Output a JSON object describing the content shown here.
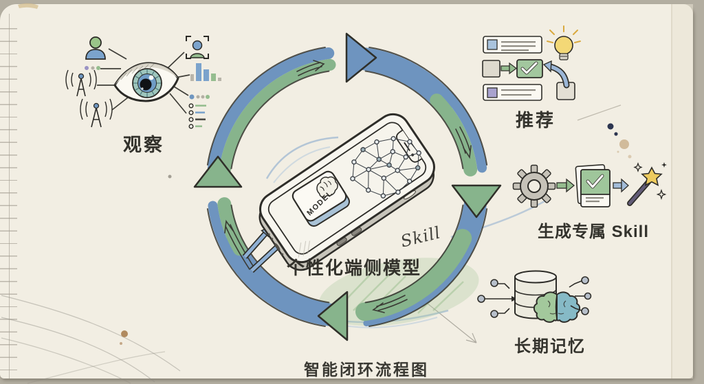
{
  "title": {
    "caption": "智能闭环流程图"
  },
  "sections": {
    "observe": {
      "label": "观察"
    },
    "recommend": {
      "label": "推荐"
    },
    "generate_skill": {
      "label": "生成专属 Skill"
    },
    "long_term_memory": {
      "label": "长期记忆"
    },
    "device_model": {
      "label": "个性化端侧模型",
      "chip_text": "MODEL",
      "annotation": "Skill"
    }
  },
  "colors": {
    "paper": "#f2eee3",
    "ink": "#2f2e29",
    "ring_blue": "#6e94bf",
    "ring_green": "#87b48c",
    "accent_yellow": "#f3d876",
    "accent_purple": "#a9a3cf",
    "brain_teal": "#86bac6"
  }
}
